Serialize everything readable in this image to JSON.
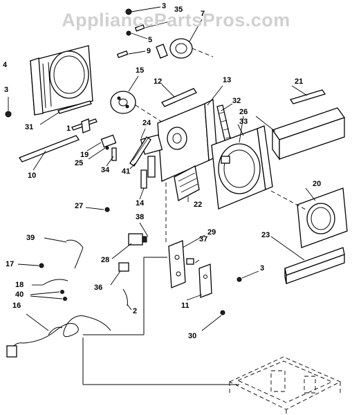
{
  "watermark": "AppliancePartsPros.com",
  "callouts": [
    {
      "id": "c3a",
      "text": "3"
    },
    {
      "id": "c35",
      "text": "35"
    },
    {
      "id": "c7",
      "text": "7"
    },
    {
      "id": "c5",
      "text": "5"
    },
    {
      "id": "c9",
      "text": "9"
    },
    {
      "id": "c4",
      "text": "4"
    },
    {
      "id": "c3b",
      "text": "3"
    },
    {
      "id": "c15",
      "text": "15"
    },
    {
      "id": "c12",
      "text": "12"
    },
    {
      "id": "c13",
      "text": "13"
    },
    {
      "id": "c21",
      "text": "21"
    },
    {
      "id": "c32",
      "text": "32"
    },
    {
      "id": "c26",
      "text": "26"
    },
    {
      "id": "c33",
      "text": "33"
    },
    {
      "id": "c31",
      "text": "31"
    },
    {
      "id": "c1",
      "text": "1"
    },
    {
      "id": "c24",
      "text": "24"
    },
    {
      "id": "c19",
      "text": "19"
    },
    {
      "id": "c25",
      "text": "25"
    },
    {
      "id": "c34",
      "text": "34"
    },
    {
      "id": "c41",
      "text": "41"
    },
    {
      "id": "c10",
      "text": "10"
    },
    {
      "id": "c14",
      "text": "14"
    },
    {
      "id": "c22",
      "text": "22"
    },
    {
      "id": "c20",
      "text": "20"
    },
    {
      "id": "c27",
      "text": "27"
    },
    {
      "id": "c38",
      "text": "38"
    },
    {
      "id": "c29",
      "text": "29"
    },
    {
      "id": "c23",
      "text": "23"
    },
    {
      "id": "c39",
      "text": "39"
    },
    {
      "id": "c37",
      "text": "37"
    },
    {
      "id": "c28",
      "text": "28"
    },
    {
      "id": "c17",
      "text": "17"
    },
    {
      "id": "c3c",
      "text": "3"
    },
    {
      "id": "c18",
      "text": "18"
    },
    {
      "id": "c36",
      "text": "36"
    },
    {
      "id": "c40",
      "text": "40"
    },
    {
      "id": "c2",
      "text": "2"
    },
    {
      "id": "c16",
      "text": "16"
    },
    {
      "id": "c11",
      "text": "11"
    },
    {
      "id": "c30",
      "text": "30"
    }
  ]
}
